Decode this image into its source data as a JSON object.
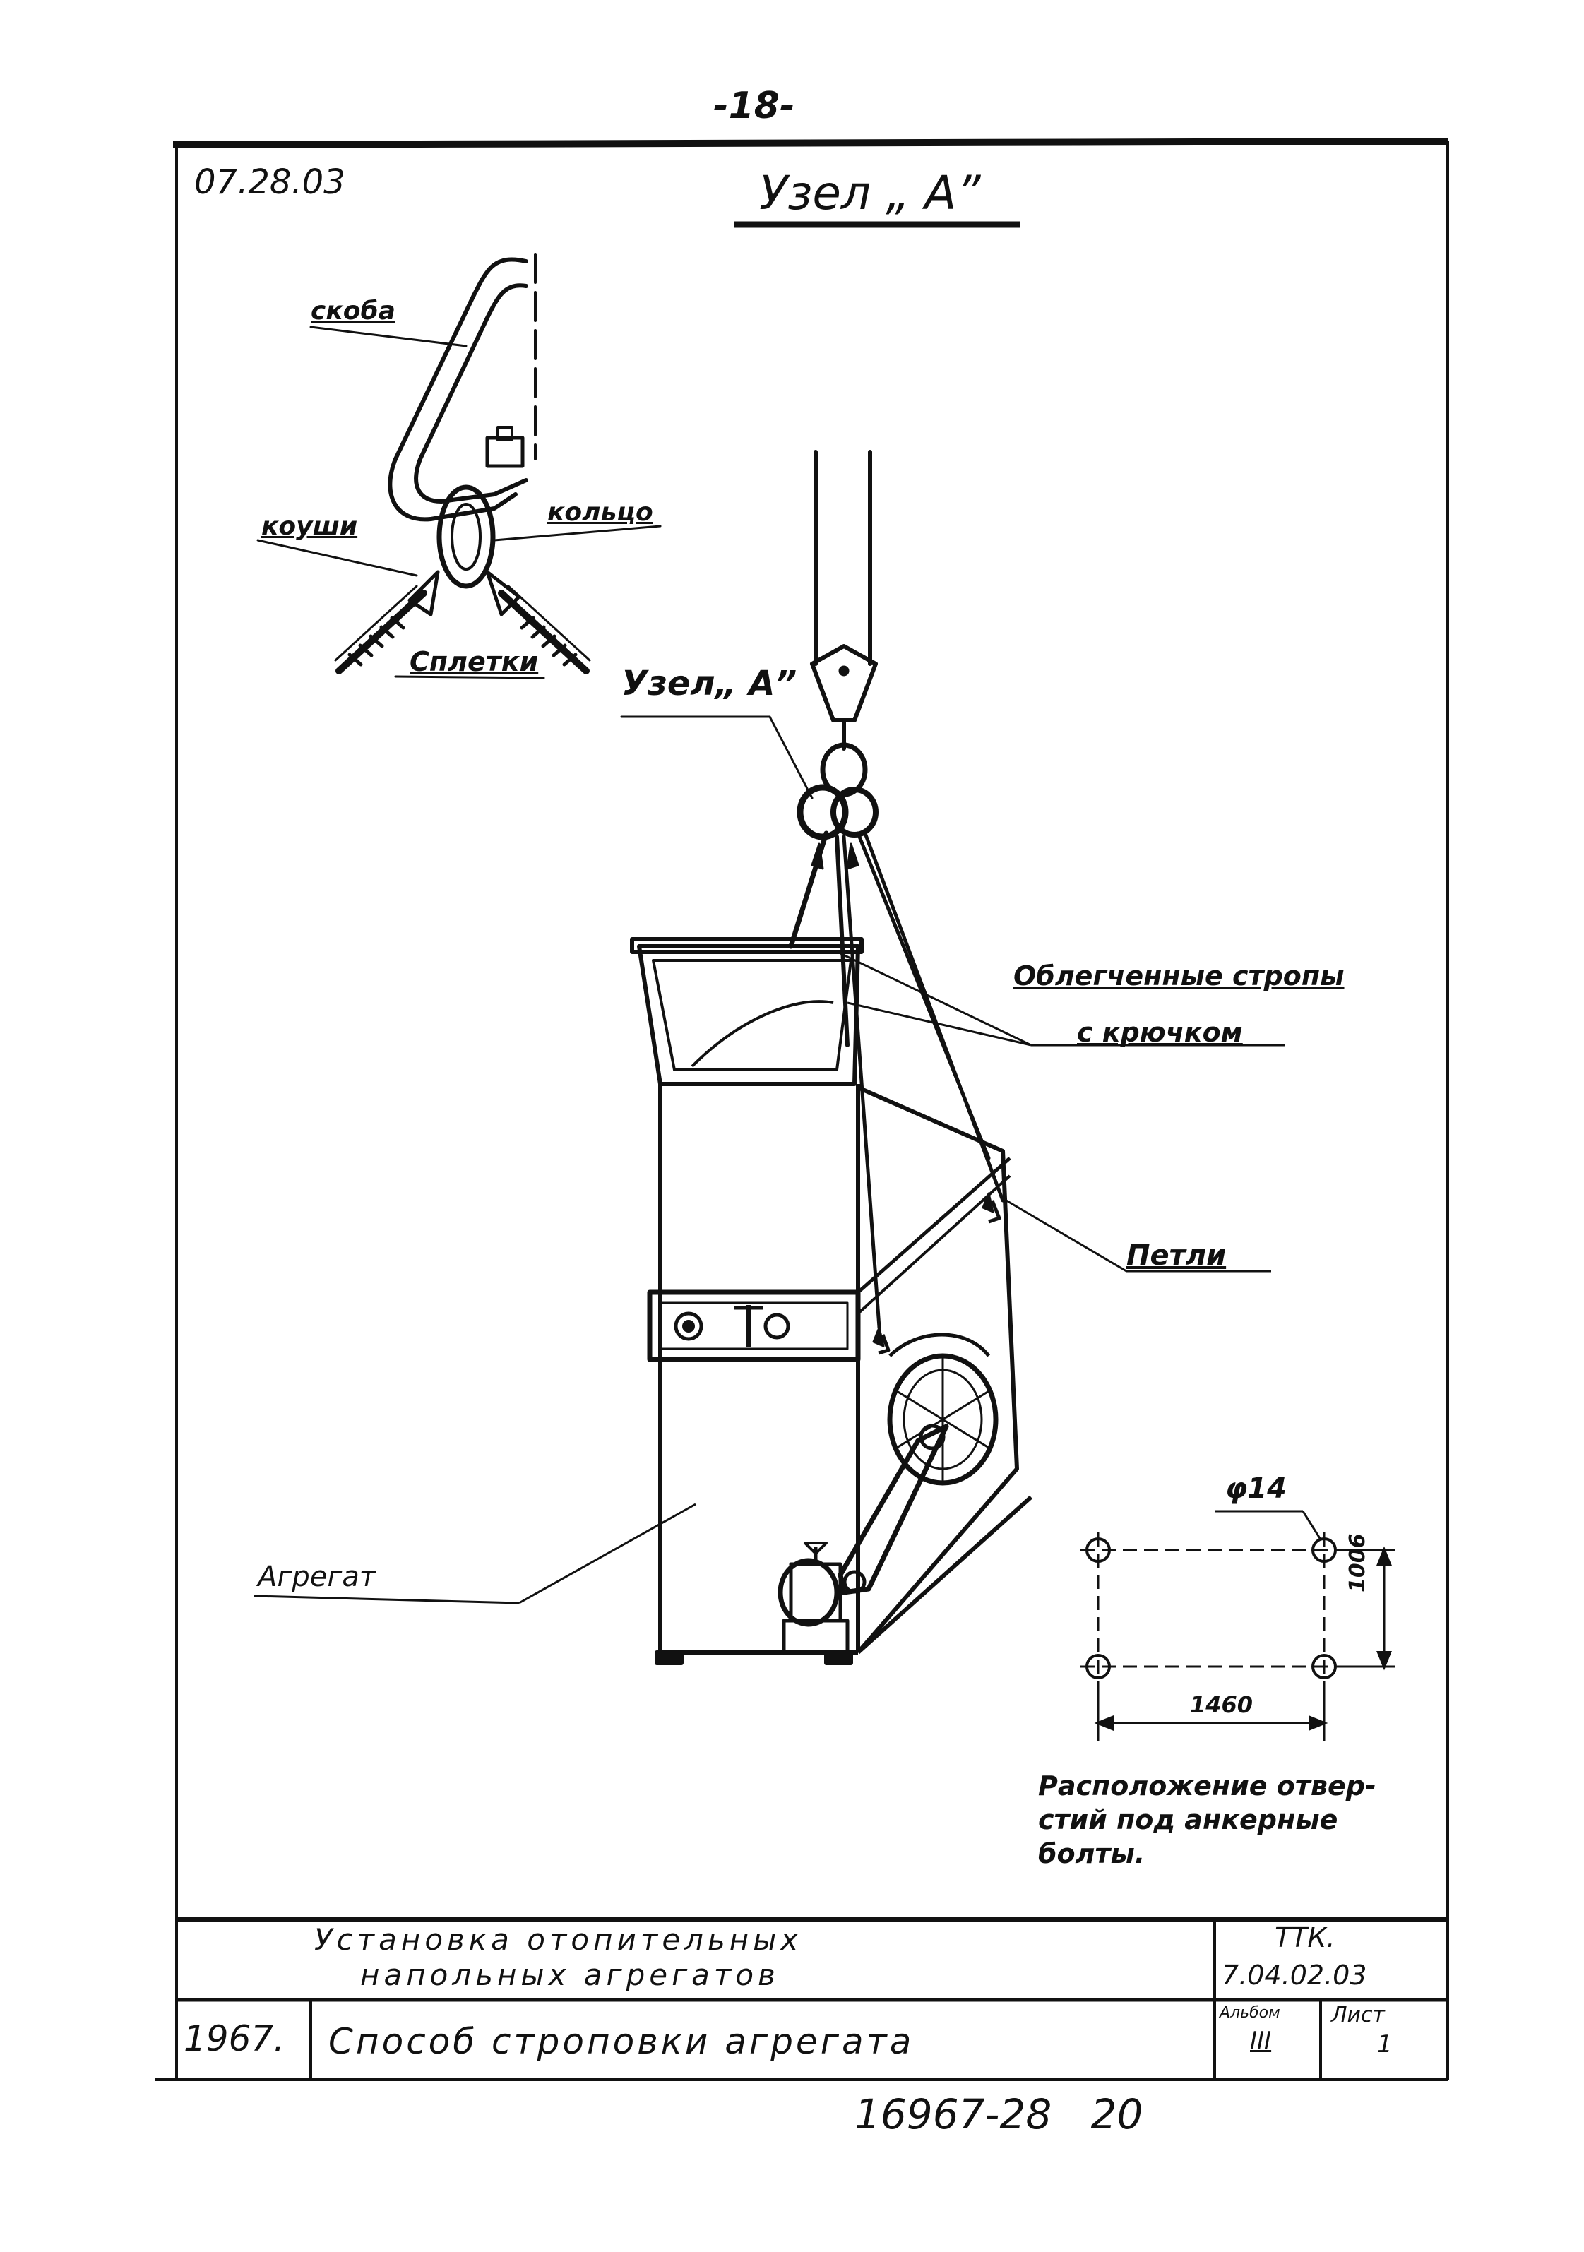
{
  "page_number": "-18-",
  "doc_code": "07.28.03",
  "detail_title": "Узел „ А”",
  "detail_labels": {
    "skoba": "скоба",
    "koushi": "коуши",
    "koltso": "кольцо",
    "spletki": "Сплетки"
  },
  "main_labels": {
    "uzel_a": "Узел„ А”",
    "slings": "Облегченные стропы",
    "slings2": "с крючком",
    "loops": "Петли",
    "unit": "Агрегат"
  },
  "anchor_plan": {
    "diameter": "φ14",
    "height": "1006",
    "width": "1460",
    "caption": [
      "Расположение отвер-",
      "стий под анкерные",
      "болты."
    ]
  },
  "title_block": {
    "title_line1": "Установка отопительных",
    "title_line2": "напольных агрегатов",
    "code_line1": "ТТК.",
    "code_line2": "7.04.02.03",
    "year": "1967.",
    "subtitle": "Способ строповки агрегата",
    "album_label": "Альбом",
    "album_value": "III",
    "sheet_label": "Лист",
    "sheet_value": "1"
  },
  "footer_number": "16967-28   20"
}
